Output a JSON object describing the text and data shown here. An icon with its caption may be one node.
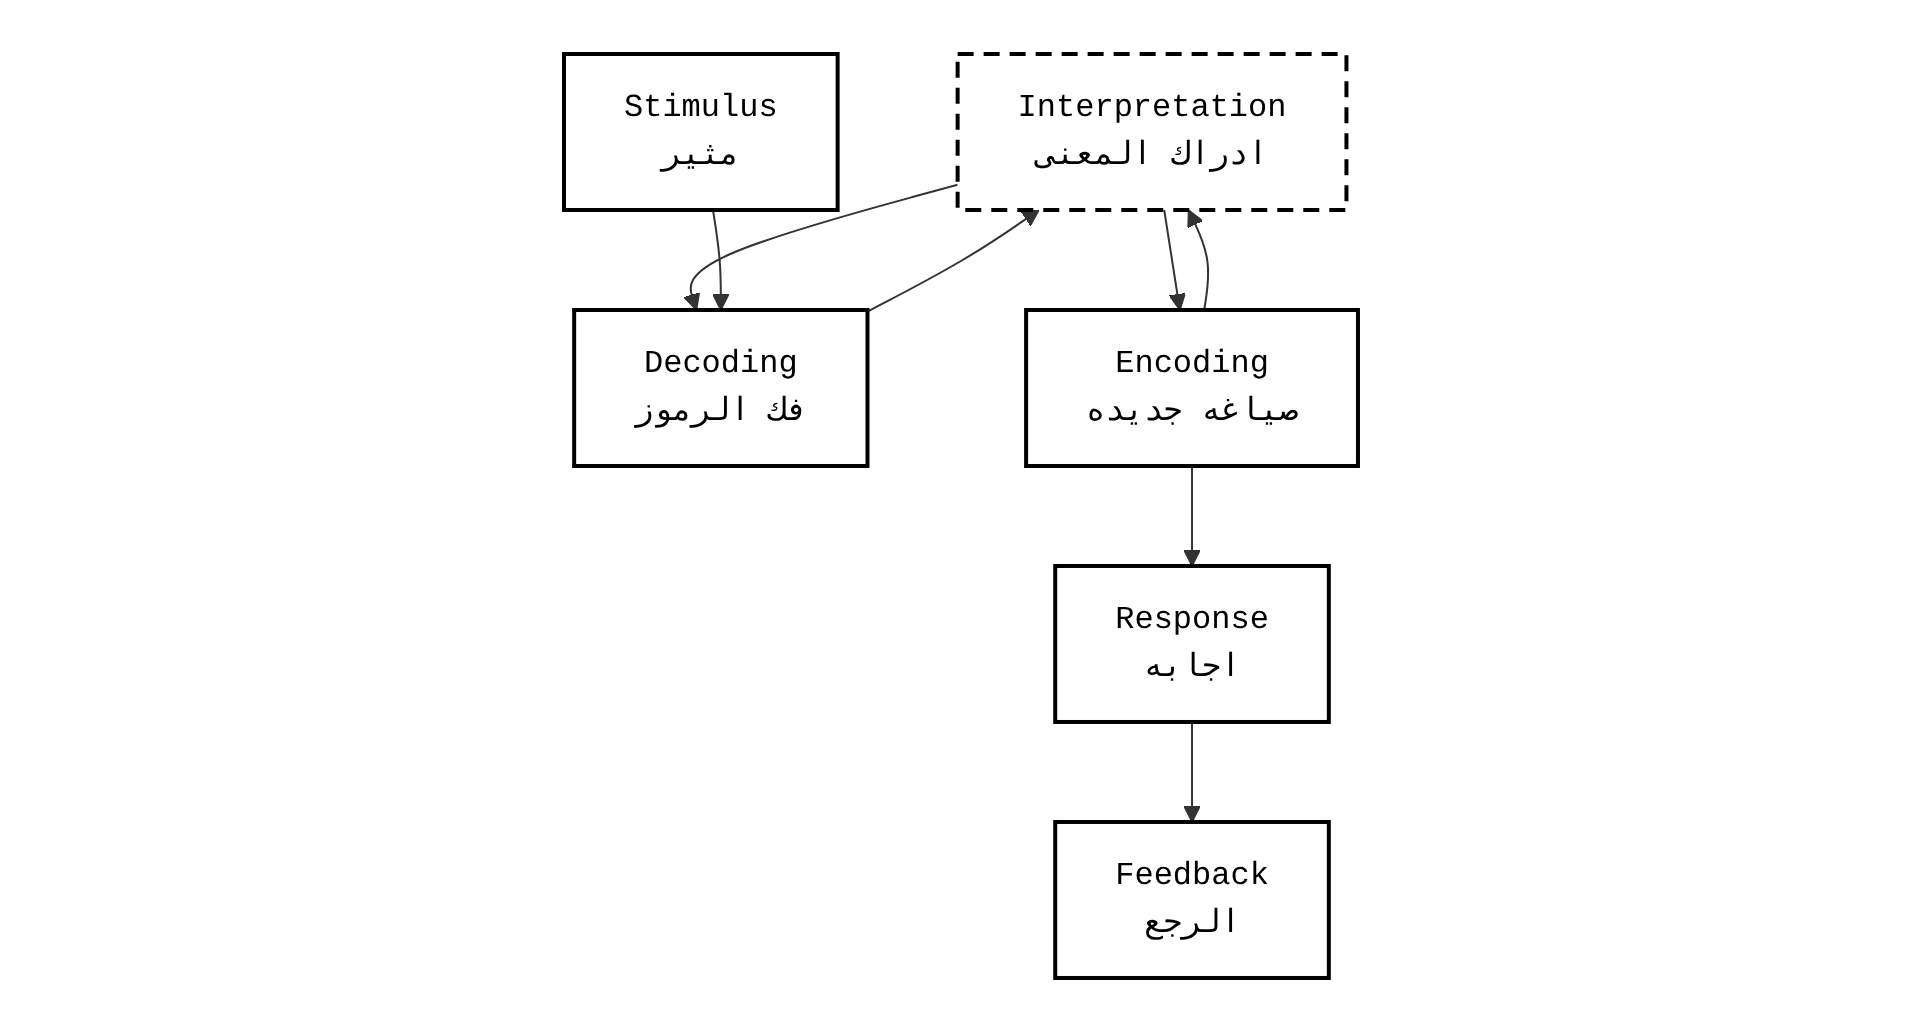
{
  "diagram": {
    "nodes": [
      {
        "text": [
          "Interpretation",
          "ادراك المعنى"
        ]
      },
      {
        "text": [
          "Decoding",
          "فك الرموز"
        ]
      },
      {
        "text": [
          "Encoding",
          "صياغه جديده"
        ]
      },
      {
        "text": [
          "Stimulus",
          "مثير"
        ]
      },
      {
        "text": [
          "Response",
          "اجابه"
        ]
      },
      {
        "text": [
          "Feedback",
          "الرجع"
        ]
      }
    ],
    "edges": [
      {
        "from": 1,
        "to": 0,
        "arrow": "to"
      },
      {
        "from": 0,
        "to": 1,
        "arrow": "to"
      },
      {
        "from": 0,
        "to": 2,
        "arrow": "to"
      },
      {
        "from": 2,
        "to": 0,
        "arrow": "to"
      },
      {
        "from": 3,
        "to": 1,
        "arrow": "to"
      },
      {
        "from": 2,
        "to": 4,
        "arrow": "to"
      },
      {
        "from": 4,
        "to": 5,
        "arrow": "to"
      }
    ]
  }
}
